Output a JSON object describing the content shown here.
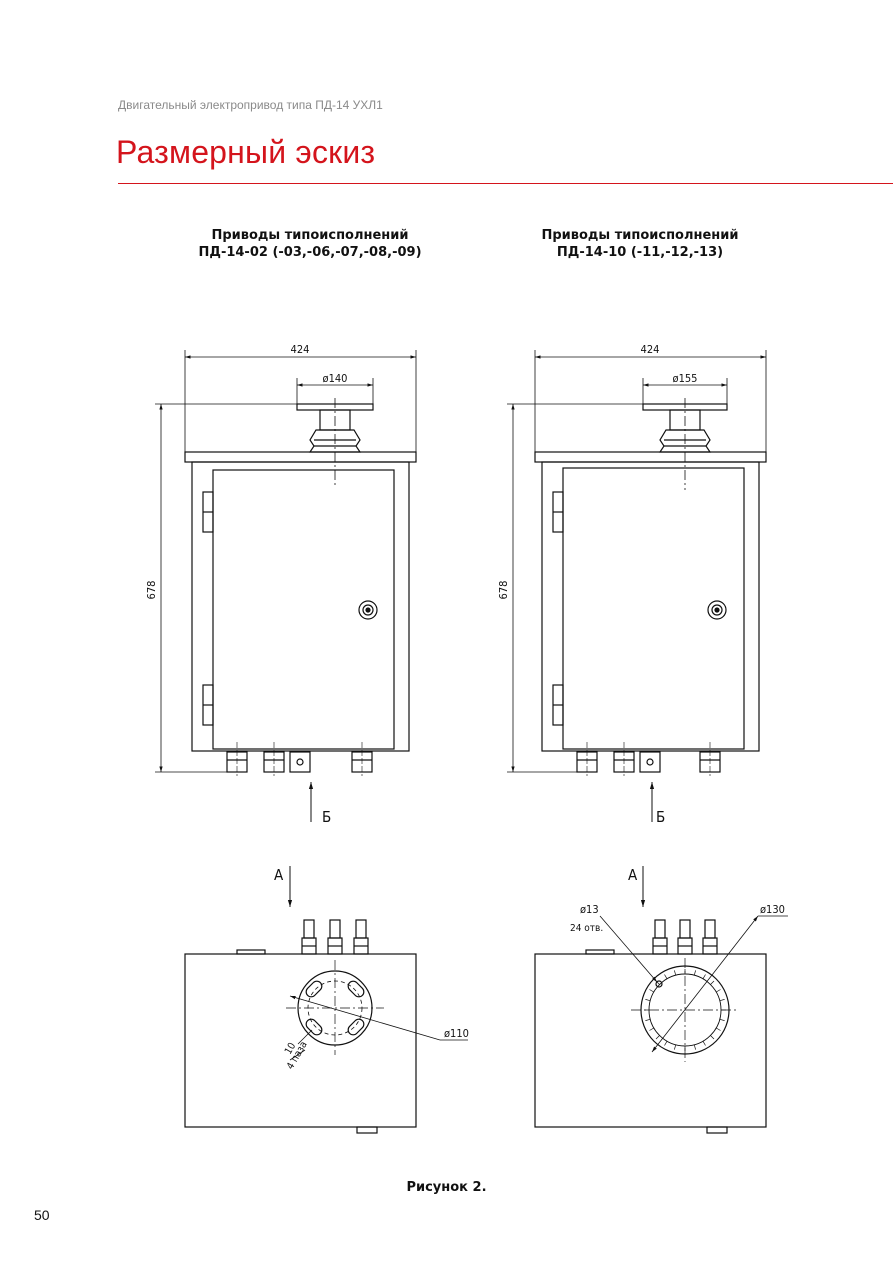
{
  "header": {
    "running_title": "Двигательный электропривод типа ПД-14 УХЛ1",
    "section_title": "Размерный эскиз"
  },
  "captions": {
    "left_line1": "Приводы типоисполнений",
    "left_line2": "ПД-14-02 (-03,-06,-07,-08,-09)",
    "right_line1": "Приводы типоисполнений",
    "right_line2": "ПД-14-10 (-11,-12,-13)"
  },
  "dimensions": {
    "left_width": "424",
    "left_flange": "ø140",
    "left_height": "678",
    "right_width": "424",
    "right_flange": "ø155",
    "right_height": "678",
    "bottom_left_bore": "ø110",
    "bottom_left_slot_size": "10",
    "bottom_left_slot_count": "4 паза",
    "bottom_right_circle": "ø130",
    "bottom_right_hole": "ø13",
    "bottom_right_hole_count": "24 отв."
  },
  "view_labels": {
    "view_b_left": "Б",
    "view_b_right": "Б",
    "view_a_left": "А",
    "view_a_right": "А"
  },
  "figure_caption": "Рисунок 2.",
  "page_number": "50",
  "colors": {
    "accent": "#d4141c",
    "running_head": "#8a8a8a"
  }
}
